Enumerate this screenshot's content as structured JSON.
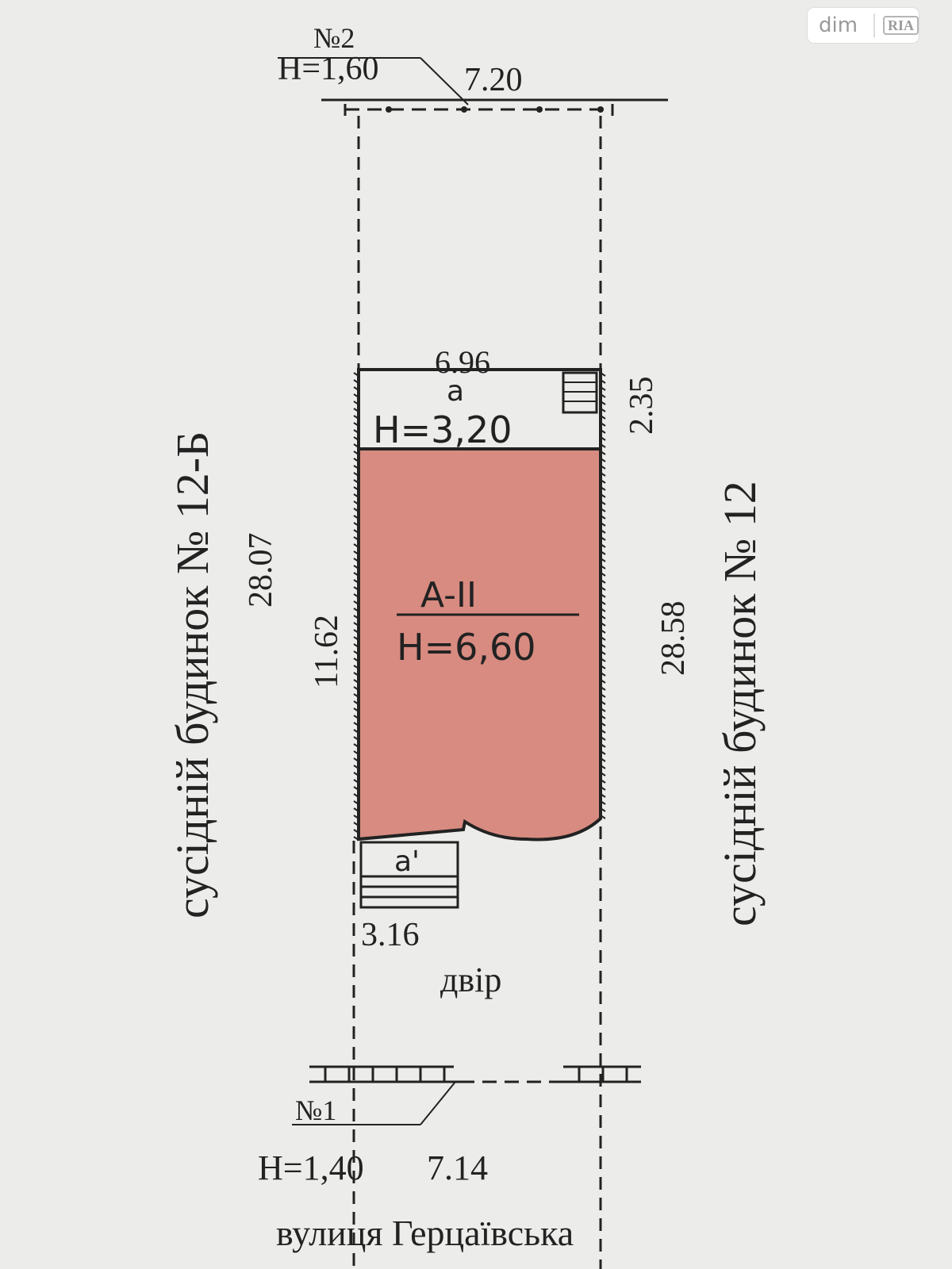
{
  "watermark": {
    "left": "dim",
    "right": "RIA"
  },
  "gate_north": {
    "number": "№2",
    "height": "H=1,60",
    "width": "7.20"
  },
  "gate_south": {
    "number": "№1",
    "height": "H=1,40",
    "width": "7.14"
  },
  "neighbor_left": {
    "label": "сусідній будинок № 12-Б",
    "length": "28.07"
  },
  "neighbor_right": {
    "label": "сусідній будинок № 12",
    "length": "28.58"
  },
  "annex": {
    "width": "6.96",
    "depth": "2.35",
    "height": "H=3,20",
    "mark": "a"
  },
  "main_building": {
    "code": "A-II",
    "height": "H=6,60",
    "length": "11.62",
    "fill_color": "#d88b80"
  },
  "porch": {
    "mark": "a'",
    "width": "3.16"
  },
  "yard": {
    "label": "двір"
  },
  "street": {
    "label": "вулиця Герцаївська"
  }
}
